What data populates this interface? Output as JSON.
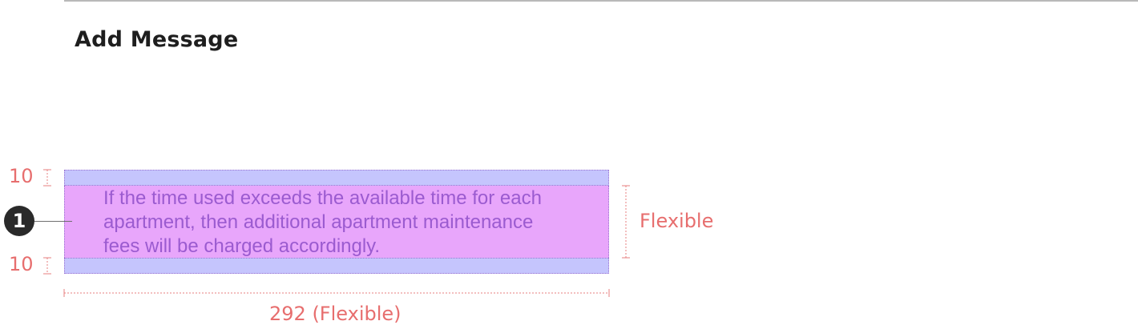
{
  "section": {
    "title": "Add Message"
  },
  "message": {
    "text": "If the time used exceeds the available time for each apartment, then additional apartment maintenance fees will be charged accordingly."
  },
  "annotations": {
    "padding_top": "10",
    "padding_bottom": "10",
    "height": "Flexible",
    "width": "292 (Flexible)",
    "marker": "1"
  },
  "colors": {
    "padding_fill": "#c5c5fd",
    "content_fill": "#e8a6fb",
    "text": "#9b5bd0",
    "dimension": "#e76e6e",
    "marker": "#2a2a2a"
  }
}
